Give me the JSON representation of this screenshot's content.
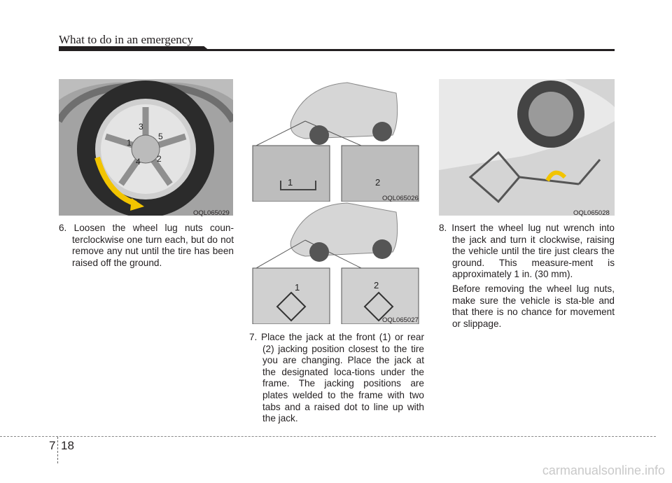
{
  "header": {
    "title": "What to do in an emergency"
  },
  "figures": [
    {
      "code": "OQL065029",
      "labels": [
        "3",
        "5",
        "1",
        "4",
        "2"
      ]
    },
    {
      "code": "OQL065026",
      "labels": [
        "1",
        "2"
      ]
    },
    {
      "code": "OQL065027",
      "labels": [
        "1",
        "2"
      ]
    },
    {
      "code": "OQL065028"
    }
  ],
  "steps": {
    "step6": {
      "num": "6.",
      "text": "Loosen the wheel lug nuts coun-terclockwise one turn each, but do not remove any nut until the tire has been raised off the ground."
    },
    "step7": {
      "num": "7.",
      "text": "Place the jack at the front (1) or rear (2) jacking position closest to the tire you are changing. Place the jack at the designated loca-tions under the frame. The jacking positions are plates welded to the frame with two tabs and a raised dot to line up with the jack."
    },
    "step8": {
      "num": "8.",
      "text": "Insert the wheel lug nut wrench into the jack  and turn it clockwise, raising the vehicle until the tire just clears the ground. This measure-ment is approximately 1 in. (30 mm).",
      "note": "Before removing the wheel lug nuts, make sure the vehicle is sta-ble and that there is no chance for movement or slippage."
    }
  },
  "footer": {
    "chapter": "7",
    "page": "18",
    "watermark": "carmanualsonline.info"
  }
}
